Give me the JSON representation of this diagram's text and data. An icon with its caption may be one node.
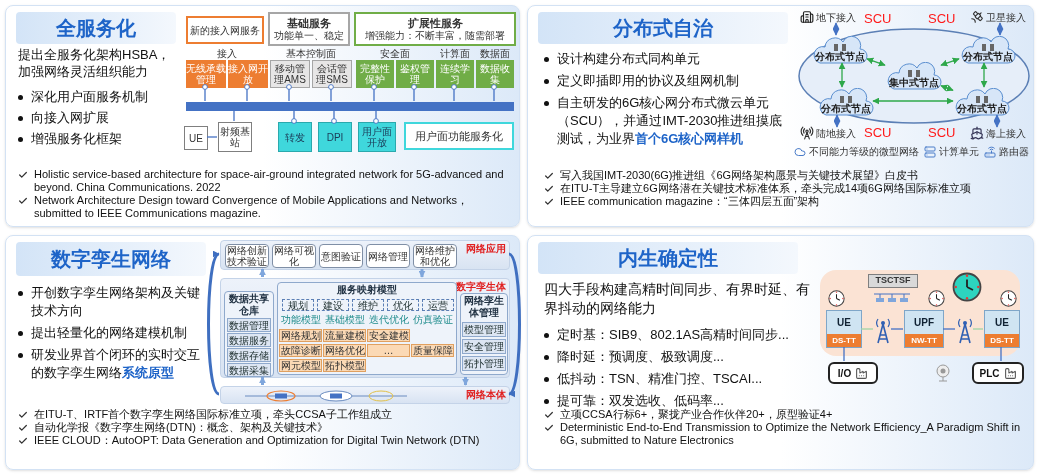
{
  "diagram": {
    "nodes": [
      {
        "text": [
          "全服务化",
          "提出全服务化架构HSBA，加强网络灵活组织能力",
          "深化用户面服务机制",
          "向接入网扩展",
          "增强服务化框架",
          "Holistic service-based architecture for space-air-ground integrated network for 5G-advanced and beyond. China Communications. 2022",
          "Network Architecture Design toward Convergence of Mobile Applications and Networks，submitted to IEEE Communications magazine."
        ]
      },
      {
        "text": [
          "新的接入网服务"
        ],
        "in": 0
      },
      {
        "text": [
          "基础服务",
          "功能单一、稳定"
        ],
        "in": 0
      },
      {
        "text": [
          "扩展性服务",
          "增强能力：不断丰富，随需部署"
        ],
        "in": 0
      },
      {
        "text": [
          "无线承载管理"
        ],
        "in": 0
      },
      {
        "text": [
          "接入网开放"
        ],
        "in": 0
      },
      {
        "text": [
          "移动管理AMS"
        ],
        "in": 0
      },
      {
        "text": [
          "会话管理SMS"
        ],
        "in": 0
      },
      {
        "text": [
          "完整性保护"
        ],
        "in": 0
      },
      {
        "text": [
          "鉴权管理"
        ],
        "in": 0
      },
      {
        "text": [
          "连续学习"
        ],
        "in": 0
      },
      {
        "text": [
          "数据收集"
        ],
        "in": 0
      },
      {
        "text": [],
        "shape": "bar",
        "in": 0
      },
      {
        "text": [
          "UE"
        ],
        "in": 0
      },
      {
        "text": [
          "射频基站"
        ],
        "in": 0
      },
      {
        "text": [
          "转发"
        ],
        "in": 0
      },
      {
        "text": [
          "DPI"
        ],
        "in": 0
      },
      {
        "text": [
          "用户面开放"
        ],
        "in": 0
      },
      {
        "text": [
          "用户面功能服务化"
        ],
        "in": 0
      },
      {
        "text": [
          "分布式自治",
          "设计构建分布式同构单元",
          "定义即插即用的协议及组网机制",
          "自主研发的6G核心网分布式微云单元（SCU），并通过IMT-2030推进组摸底测试，为业界**首个6G核心网样机**",
          "写入我国IMT-2030(6G)推进组《6G网络架构愿景与关键技术展望》白皮书",
          "在ITU-T主导建立6G网络潜在关键技术标准体系，牵头完成14项6G网络国际标准立项",
          "IEEE communication magazine：“三体四层五面”架构"
        ]
      },
      {
        "text": [
          "地下接入"
        ],
        "in": 19
      },
      {
        "text": [
          "卫星接入"
        ],
        "in": 19
      },
      {
        "text": [],
        "shape": "ellipse",
        "in": 19
      },
      {
        "text": [
          "分布式节点"
        ],
        "in": 22
      },
      {
        "text": [
          "集中式节点"
        ],
        "in": 22
      },
      {
        "text": [
          "分布式节点"
        ],
        "in": 22
      },
      {
        "text": [
          "分布式节点"
        ],
        "in": 22
      },
      {
        "text": [
          "分布式节点"
        ],
        "in": 22
      },
      {
        "text": [
          "陆地接入"
        ],
        "in": 19
      },
      {
        "text": [
          "海上接入"
        ],
        "in": 19
      },
      {
        "text": [
          "数字孪生网络",
          "开创数字孪生网络架构及关键技术方向",
          "提出轻量化的网络建模机制",
          "研发业界首个闭环的实时交互的数字孪生网络**系统原型**",
          "在ITU-T、IRTF首个数字孪生网络国际标准立项，牵头CCSA子工作组成立",
          "自动化学报《数字孪生网络(DTN)：概念、架构及关键技术》",
          "IEEE CLOUD：AutoOPT: Data Generation and Optimization for Digital Twin Network (DTN)"
        ]
      },
      {
        "text": [
          "网络应用"
        ],
        "in": 30
      },
      {
        "text": [
          "网络创新技术验证"
        ],
        "in": 31
      },
      {
        "text": [
          "网络可视化"
        ],
        "in": 31
      },
      {
        "text": [
          "意图验证"
        ],
        "in": 31
      },
      {
        "text": [
          "网络管理"
        ],
        "in": 31
      },
      {
        "text": [
          "网络维护和优化"
        ],
        "in": 31
      },
      {
        "text": [
          "数字孪生体"
        ],
        "in": 30
      },
      {
        "text": [
          "数据共享仓库"
        ],
        "in": 37
      },
      {
        "text": [
          "数据管理"
        ],
        "in": 38
      },
      {
        "text": [
          "数据服务"
        ],
        "in": 38
      },
      {
        "text": [
          "数据存储"
        ],
        "in": 38
      },
      {
        "text": [
          "数据采集"
        ],
        "in": 38
      },
      {
        "text": [
          "服务映射模型"
        ],
        "in": 37
      },
      {
        "text": [
          "规划"
        ],
        "in": 43
      },
      {
        "text": [
          "建设"
        ],
        "in": 43
      },
      {
        "text": [
          "维护"
        ],
        "in": 43
      },
      {
        "text": [
          "优化"
        ],
        "in": 43
      },
      {
        "text": [
          "运营"
        ],
        "in": 43
      },
      {
        "text": [
          "网络规划"
        ],
        "in": 43
      },
      {
        "text": [
          "流量建模"
        ],
        "in": 43
      },
      {
        "text": [
          "安全建模"
        ],
        "in": 43
      },
      {
        "text": [
          "故障诊断"
        ],
        "in": 43
      },
      {
        "text": [
          "网络优化"
        ],
        "in": 43
      },
      {
        "text": [
          "…"
        ],
        "in": 43
      },
      {
        "text": [
          "质量保障"
        ],
        "in": 43
      },
      {
        "text": [
          "网元模型"
        ],
        "in": 43
      },
      {
        "text": [
          "拓扑模型"
        ],
        "in": 43
      },
      {
        "text": [
          "网络孪生体管理"
        ],
        "in": 37
      },
      {
        "text": [
          "模型管理"
        ],
        "in": 58
      },
      {
        "text": [
          "安全管理"
        ],
        "in": 58
      },
      {
        "text": [
          "拓扑管理"
        ],
        "in": 58
      },
      {
        "text": [
          "网络本体"
        ],
        "in": 30
      },
      {
        "text": [
          "内生确定性",
          "四大手段构建高精时间同步、有界时延、有界抖动的网络能力",
          "定时基：SIB9、802.1AS高精时间同步...",
          "降时延：预调度、极致调度...",
          "低抖动：TSN、精准门控、TSCAI...",
          "提可靠：双发选收、低码率...",
          "立项CCSA行标6+，聚拢产业合作伙伴20+，原型验证4+",
          "Deterministic End-to-End Transmission to Optimize the Network Efficiency_A Paradigm Shift in 6G, submitted to Nature Electronics"
        ]
      },
      {
        "text": [
          "TSCTSF"
        ],
        "in": 63
      },
      {
        "text": [
          "UE",
          "DS-TT"
        ],
        "in": 63
      },
      {
        "text": [],
        "shape": "antenna",
        "in": 63
      },
      {
        "text": [
          "UPF",
          "NW-TT"
        ],
        "in": 63
      },
      {
        "text": [],
        "shape": "antenna",
        "in": 63
      },
      {
        "text": [
          "UE",
          "DS-TT"
        ],
        "in": 63
      },
      {
        "text": [
          "I/O"
        ],
        "in": 63
      },
      {
        "text": [
          "PLC"
        ],
        "in": 63
      }
    ],
    "edges": [
      {
        "from": 4,
        "to": 12,
        "arrow": "other"
      },
      {
        "from": 5,
        "to": 12,
        "arrow": "other"
      },
      {
        "from": 6,
        "to": 12,
        "arrow": "other"
      },
      {
        "from": 7,
        "to": 12,
        "arrow": "other"
      },
      {
        "from": 8,
        "to": 12,
        "arrow": "other"
      },
      {
        "from": 9,
        "to": 12,
        "arrow": "other"
      },
      {
        "from": 10,
        "to": 12,
        "arrow": "other"
      },
      {
        "from": 11,
        "to": 12,
        "arrow": "other"
      },
      {
        "from": 12,
        "to": 14,
        "arrow": "none"
      },
      {
        "from": 14,
        "to": 13,
        "arrow": "none"
      },
      {
        "from": 15,
        "to": 12,
        "arrow": "other"
      },
      {
        "from": 16,
        "to": 12,
        "arrow": "other"
      },
      {
        "from": 17,
        "to": 12,
        "arrow": "other"
      },
      {
        "from": 20,
        "to": 23,
        "arrow": "both"
      },
      {
        "from": 21,
        "to": 25,
        "arrow": "both"
      },
      {
        "from": 28,
        "to": 26,
        "arrow": "both"
      },
      {
        "from": 29,
        "to": 27,
        "arrow": "both"
      },
      {
        "from": 23,
        "to": 24,
        "arrow": "both",
        "color": "#2ea84a"
      },
      {
        "from": 24,
        "to": 25,
        "arrow": "both",
        "color": "#2ea84a"
      },
      {
        "from": 23,
        "to": 26,
        "arrow": "both",
        "color": "#2ea84a"
      },
      {
        "from": 25,
        "to": 27,
        "arrow": "both",
        "color": "#2ea84a"
      },
      {
        "from": 26,
        "to": 27,
        "arrow": "both",
        "color": "#2ea84a"
      },
      {
        "from": 24,
        "to": 27,
        "arrow": "both",
        "color": "#2ea84a"
      },
      {
        "from": 37,
        "to": 31,
        "arrow": "to",
        "style": "thick",
        "color": "#7fa6dc"
      },
      {
        "from": 31,
        "to": 37,
        "arrow": "to",
        "style": "thick",
        "color": "#7fa6dc"
      },
      {
        "from": 62,
        "to": 37,
        "arrow": "to",
        "style": "thick",
        "color": "#7fa6dc"
      },
      {
        "from": 37,
        "to": 62,
        "arrow": "to",
        "style": "thick",
        "color": "#7fa6dc"
      },
      {
        "from": 62,
        "to": 31,
        "arrow": "to",
        "style": "thick",
        "color": "#3f6fc0"
      },
      {
        "from": 31,
        "to": 62,
        "arrow": "to",
        "style": "thick",
        "color": "#3f6fc0"
      },
      {
        "from": 65,
        "to": 66,
        "arrow": "none",
        "color": "#9fd4a6"
      },
      {
        "from": 66,
        "to": 67,
        "arrow": "none"
      },
      {
        "from": 67,
        "to": 68,
        "arrow": "none"
      },
      {
        "from": 68,
        "to": 69,
        "arrow": "none",
        "color": "#9fd4a6"
      },
      {
        "from": 65,
        "to": 70,
        "arrow": "none"
      },
      {
        "from": 69,
        "to": 71,
        "arrow": "none"
      }
    ],
    "labels": [
      "接入",
      "基本控制面",
      "安全面",
      "计算面",
      "数据面",
      "SCU",
      "SCU",
      "SCU",
      "SCU",
      "功能模型",
      "基础模型",
      "迭代优化",
      "仿真验证"
    ],
    "legend": [
      {
        "text": "不同能力等级的微型网络"
      },
      {
        "text": "计算单元"
      },
      {
        "text": "路由器"
      }
    ]
  }
}
